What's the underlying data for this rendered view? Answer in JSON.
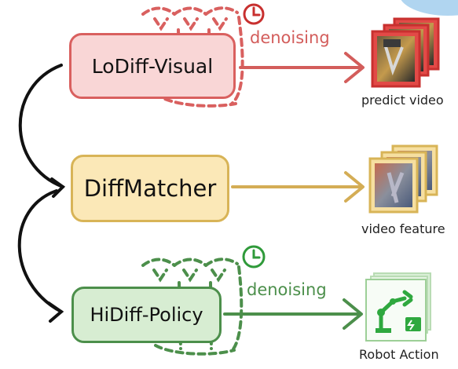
{
  "nodes": {
    "lodiff_visual": "LoDiff-Visual",
    "diffmatcher": "DiffMatcher",
    "hidiff_policy": "HiDiff-Policy"
  },
  "edges": {
    "top_label": "denoising",
    "bottom_label": "denoising"
  },
  "outputs": {
    "predict_video": "predict video",
    "video_feature": "video feature",
    "robot_action": "Robot Action"
  },
  "icons": [
    "clock-icon",
    "clock-icon",
    "video-frames-icon",
    "feature-frames-icon",
    "robot-arm-icon"
  ],
  "colors": {
    "low_level": "#d9605f",
    "matcher": "#d8b457",
    "high_level": "#4c8f4b",
    "arrow": "#111111"
  }
}
